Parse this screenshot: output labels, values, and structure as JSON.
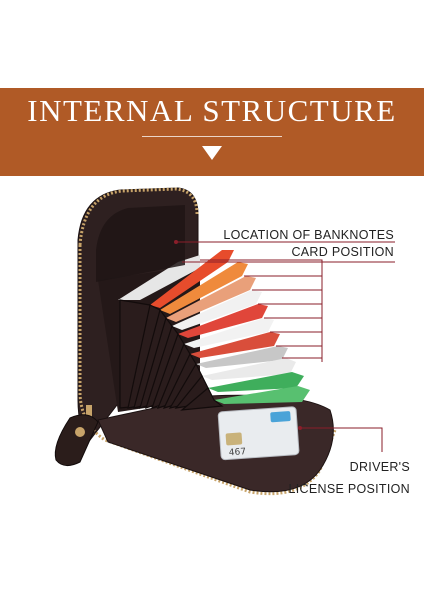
{
  "banner": {
    "title": "INTERNAL  STRUCTURE",
    "color": "#b05a26",
    "arrow_icon": "down-triangle-icon"
  },
  "callouts": {
    "banknotes": "LOCATION OF BANKNOTES",
    "card_position": "CARD POSITION",
    "drivers_line1": "DRIVER'S",
    "drivers_line2": "LICENSE POSITION",
    "line_color": "#8a1e2a"
  },
  "wallet": {
    "card_text": "467"
  }
}
